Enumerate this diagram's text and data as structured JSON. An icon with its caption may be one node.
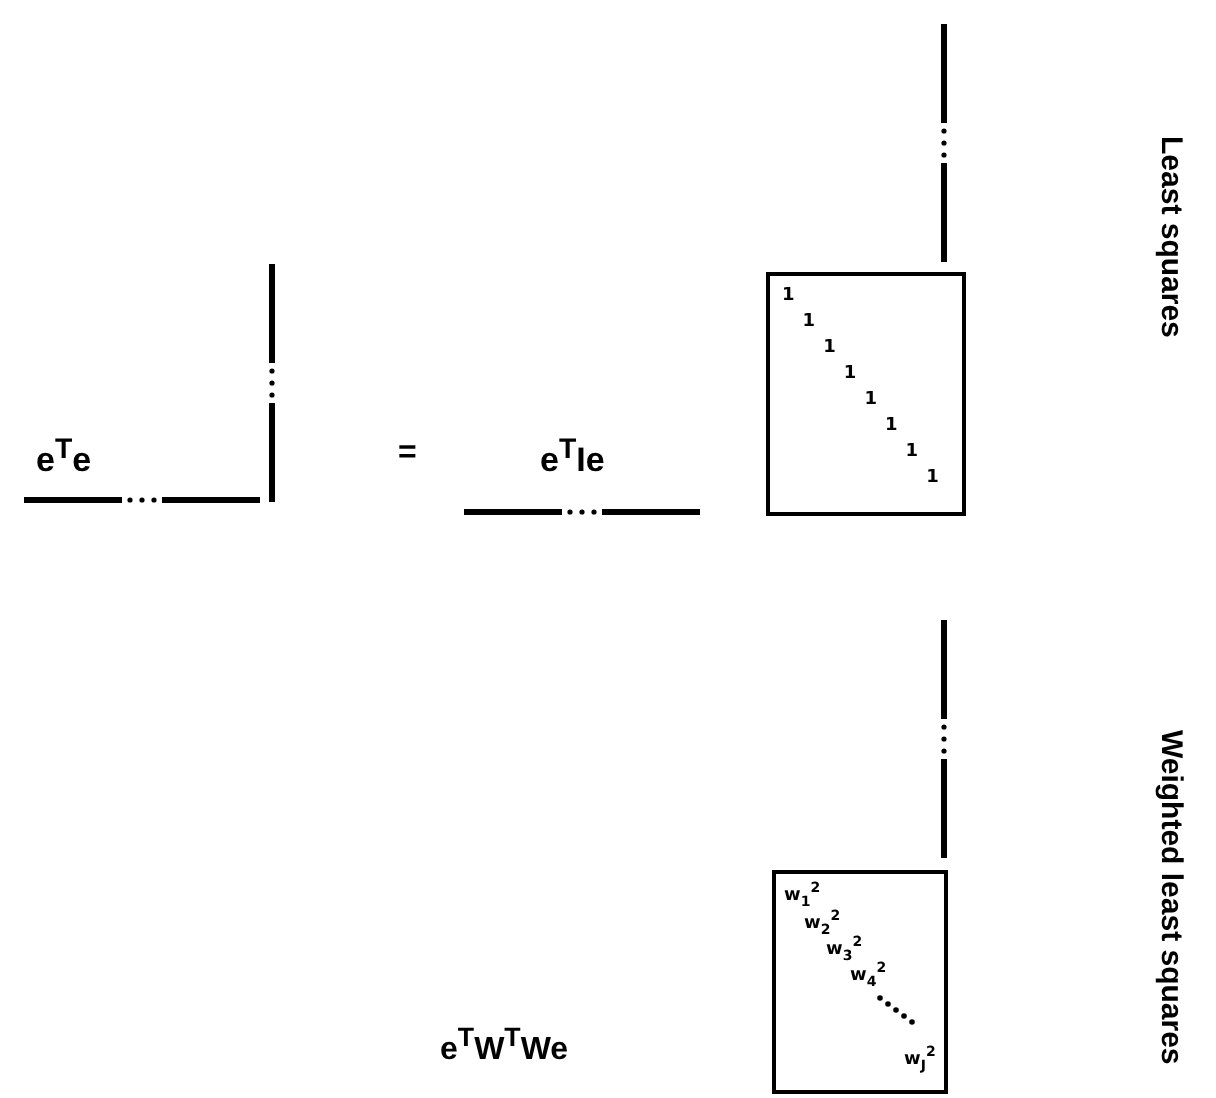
{
  "diagram": {
    "nodes": [
      {
        "text": [
          "1",
          "1",
          "1",
          "1",
          "1",
          "1",
          "1",
          "1"
        ]
      },
      {
        "text": [
          "w$_{1}$$^{2}$",
          "w$_{2}$$^{2}$",
          "w$_{3}$$^{2}$",
          "w$_{4}$$^{2}$",
          "w$_{J}$$^{2}$"
        ]
      }
    ],
    "edges": [],
    "labels": [
      "Least squares",
      "e$^{T}$e",
      "=",
      "e$^{T}$Ie",
      "Weighted least squares",
      "e$^{T}$W$^{T}$We"
    ]
  }
}
